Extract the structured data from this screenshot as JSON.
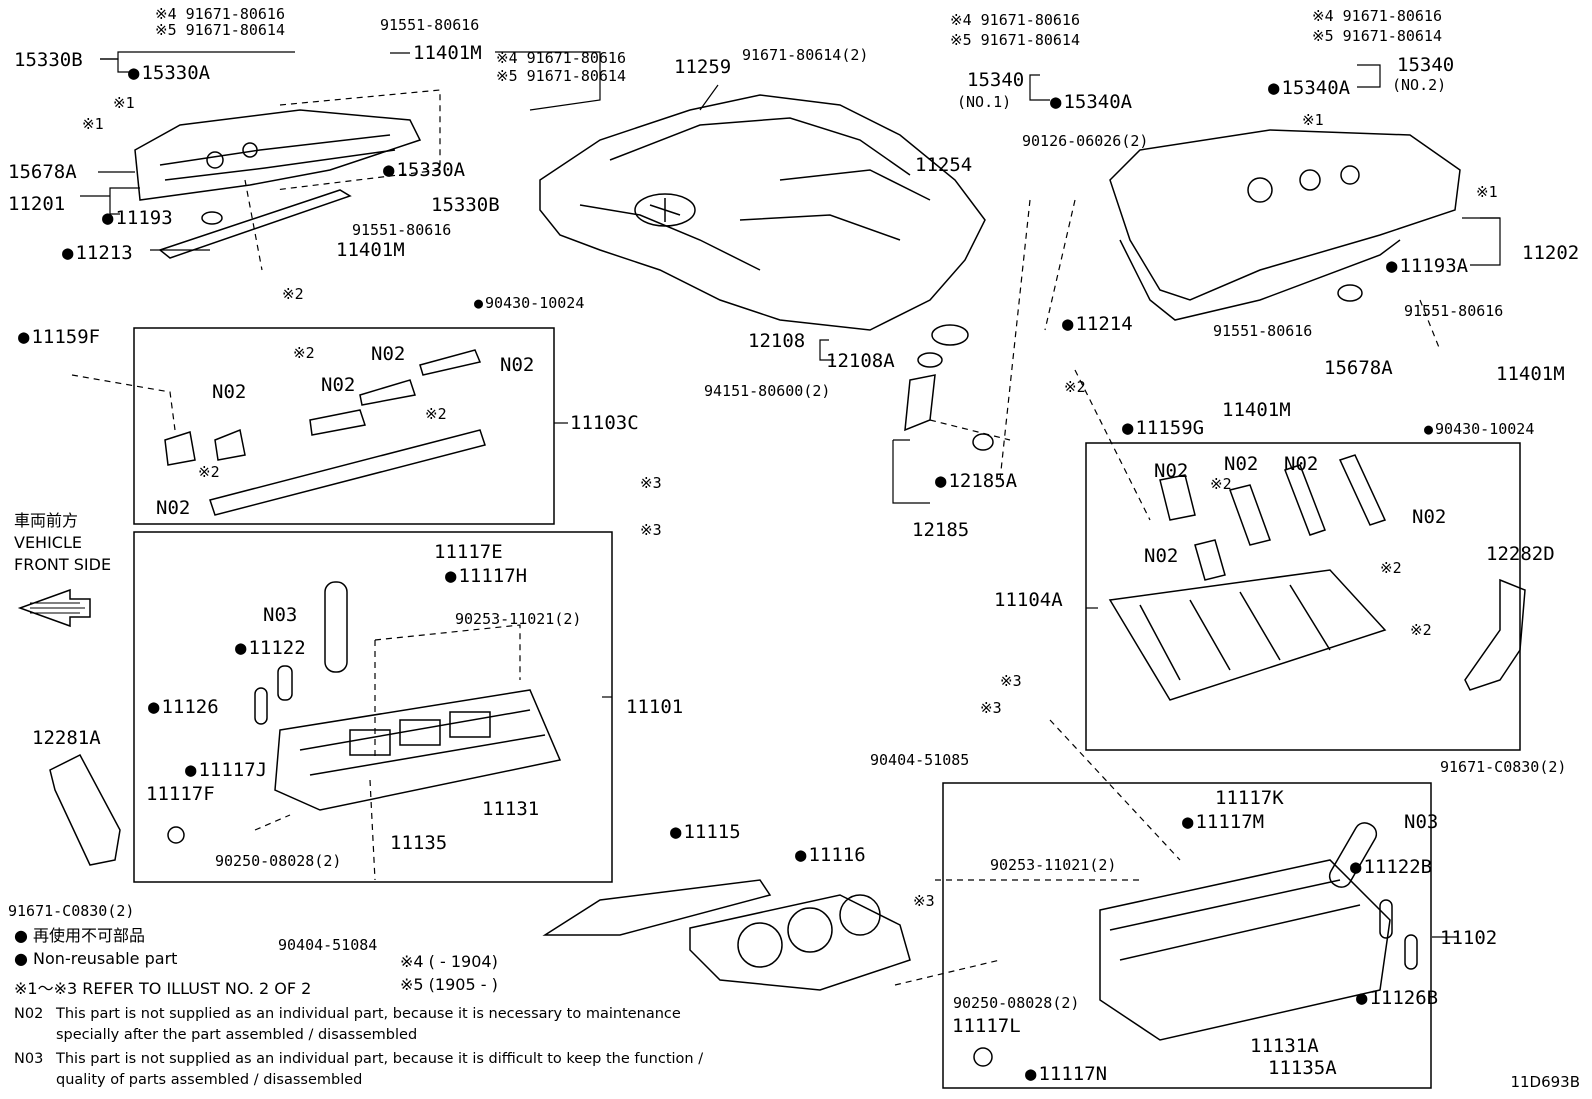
{
  "parts": {
    "p15330B_top": "15330B",
    "p15330A_top": "15330A",
    "p11401M_top": "11401M",
    "p15678A_left": "15678A",
    "p11201": "11201",
    "p11193": "11193",
    "p11213": "11213",
    "p15330A_mid": "15330A",
    "p15330B_mid": "15330B",
    "p11401M_left": "11401M",
    "p11259": "11259",
    "p11254": "11254",
    "p15340": "15340",
    "p15340A_left": "15340A",
    "p15340A_right": "15340A",
    "p15340_right": "15340",
    "p11202": "11202",
    "p11193A": "11193A",
    "p11214": "11214",
    "p15678A_right": "15678A",
    "p11401M_right_mid": "11401M",
    "p11401M_right": "11401M",
    "p11159F": "11159F",
    "p11103C": "11103C",
    "p12108": "12108",
    "p12108A": "12108A",
    "p12185A": "12185A",
    "p12185": "12185",
    "p11159G": "11159G",
    "p11104A": "11104A",
    "p12282D": "12282D",
    "p11117E": "11117E",
    "p11117H": "11117H",
    "p11122": "11122",
    "p11126": "11126",
    "p11117J": "11117J",
    "p11117F": "11117F",
    "p11135": "11135",
    "p11131": "11131",
    "p11101": "11101",
    "p12281A": "12281A",
    "p11115": "11115",
    "p11116": "11116",
    "p11117K": "11117K",
    "p11117M": "11117M",
    "p11122B": "11122B",
    "p11126B": "11126B",
    "p11102": "11102",
    "p11117L": "11117L",
    "p11117N": "11117N",
    "p11131A": "11131A",
    "p11135A": "11135A"
  },
  "small": {
    "s_top_91671a": "※4 91671-80616",
    "s_top_91671b": "※5 91671-80614",
    "s_top_91551": "91551-80616",
    "s_mid_91671a": "※4 91671-80616",
    "s_mid_91671b": "※5 91671-80614",
    "s_x1a": "※1",
    "s_x1b": "※1",
    "s_91551_left": "91551-80616",
    "s_91671_2": "91671-80614(2)",
    "s_r_91671a": "※4 91671-80616",
    "s_r_91671b": "※5 91671-80614",
    "s_rr_91671a": "※4 91671-80616",
    "s_rr_91671b": "※5 91671-80614",
    "s_no1": "(NO.1)",
    "s_no2": "(NO.2)",
    "s_90126": "90126-06026(2)",
    "s_x1c": "※1",
    "s_x1d": "※1",
    "s_91551_r1": "91551-80616",
    "s_91551_r2": "91551-80616",
    "s_x2a": "※2",
    "s_90430_a": "90430-10024",
    "s_n02_1": "N02",
    "s_n02_2": "N02",
    "s_n02_3": "N02",
    "s_n02_4": "N02",
    "s_n02_5": "N02",
    "s_x2b": "※2",
    "s_x2c": "※2",
    "s_x2d": "※2",
    "s_94151": "94151-80600(2)",
    "s_x2e": "※2",
    "s_90430_b": "90430-10024",
    "s_n02_r1": "N02",
    "s_n02_r2": "N02",
    "s_n02_r3": "N02",
    "s_n02_r4": "N02",
    "s_n02_r5": "N02",
    "s_x2f": "※2",
    "s_x2g": "※2",
    "s_x2h": "※2",
    "s_x3a": "※3",
    "s_x3b": "※3",
    "s_n03": "N03",
    "s_90253_a": "90253-11021(2)",
    "s_90250_a": "90250-08028(2)",
    "s_90404_a": "90404-51084",
    "s_91671_c_left": "91671-C0830(2)",
    "s_x3c": "※3",
    "s_x3d": "※3",
    "s_91671_c_right": "91671-C0830(2)",
    "s_90404_b": "90404-51085",
    "s_90253_b": "90253-11021(2)",
    "s_n03_r": "N03",
    "s_x3e": "※3",
    "s_90250_b": "90250-08028(2)"
  },
  "front": {
    "jp": "車両前方",
    "en1": "VEHICLE",
    "en2": "FRONT SIDE"
  },
  "legend": {
    "jp": "● 再使用不可部品",
    "en": "● Non-reusable part",
    "refer": "※1～※3  REFER TO ILLUST NO. 2 OF 2",
    "x4": "※4 (        - 1904)",
    "x5": "※5 (1905     -     )"
  },
  "notes": {
    "n02_code": "N02",
    "n02_line1": "This part is not supplied as an individual part, because it is necessary to maintenance",
    "n02_line2": "specially after the part assembled / disassembled",
    "n03_code": "N03",
    "n03_line1": "This part is not supplied as an individual part, because it is difficult to keep the function /",
    "n03_line2": "quality of parts  assembled / disassembled"
  },
  "ref": "11D693B"
}
